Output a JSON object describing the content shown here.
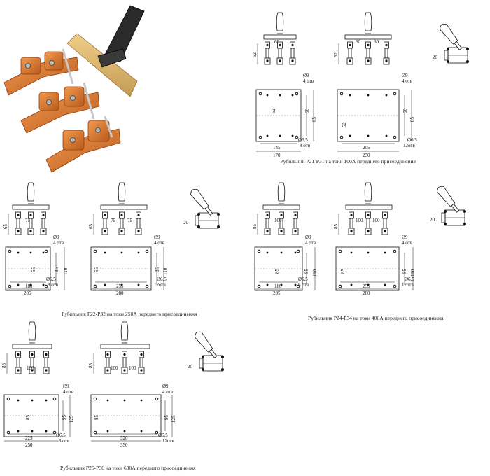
{
  "captions": {
    "c1": "-Рубильник Р21-Р31 на токи 100А переднего присоединения",
    "c2": "Рубильник Р22-Р32 на токи 250А переднего присоединения",
    "c3": "Рубильник Р24-Р34 на токи 400А переднего присоединения",
    "c4": "Рубильник Р26-Р36 на токи 630А переднего присоединения"
  },
  "dims": {
    "s1a": {
      "h": "52",
      "s": "60",
      "d1": "Ø9",
      "d1n": "4 отв",
      "v1": "52",
      "v2": "60",
      "v3": "85",
      "w1": "145",
      "w2": "170",
      "d2": "Ø6,5",
      "d2n": "8 отв"
    },
    "s1b": {
      "h": "52",
      "s": "60",
      "d1": "Ø9",
      "d1n": "4 отв",
      "v1": "52",
      "v2": "60",
      "v3": "85",
      "w1": "205",
      "w2": "230",
      "d2": "Ø6,5",
      "d2n": "12отв"
    },
    "s1side": {
      "h": "20"
    },
    "s2a": {
      "h": "65",
      "s": "75",
      "d1": "Ø9",
      "d1n": "4 отв",
      "v1": "65",
      "v2": "85",
      "v3": "110",
      "w1": "180",
      "w2": "205",
      "d2": "Ø6,5",
      "d2n": "8 отв"
    },
    "s2b": {
      "h": "65",
      "s": "75",
      "d1": "Ø9",
      "d1n": "4 отв",
      "v1": "65",
      "v2": "85",
      "v3": "110",
      "w1": "255",
      "w2": "280",
      "d2": "Ø6,5",
      "d2n": "12отв"
    },
    "s2side": {
      "h": "20"
    },
    "s3a": {
      "h": "85",
      "s": "100",
      "d1": "Ø9",
      "d1n": "4 отв",
      "v1": "85",
      "v2": "85",
      "v3": "110",
      "w1": "180",
      "w2": "205",
      "d2": "Ø6,5",
      "d2n": "8 отв"
    },
    "s3b": {
      "h": "85",
      "s": "100",
      "d1": "Ø9",
      "d1n": "4 отв",
      "v1": "85",
      "v2": "85",
      "v3": "110",
      "w1": "255",
      "w2": "280",
      "d2": "Ø6,5",
      "d2n": "12отв"
    },
    "s3side": {
      "h": "20"
    },
    "s4a": {
      "h": "85",
      "s": "100",
      "d1": "Ø9",
      "d1n": "4 отв",
      "v1": "85",
      "v2": "95",
      "v3": "125",
      "w1": "225",
      "w2": "250",
      "d2": "Ø6,5",
      "d2n": "8 отв"
    },
    "s4b": {
      "h": "85",
      "s": "100",
      "d1": "Ø9",
      "d1n": "4 отв",
      "v1": "85",
      "v2": "95",
      "v3": "125",
      "w1": "320",
      "w2": "350",
      "d2": "Ø6,5",
      "d2n": "12отв"
    },
    "s4side": {
      "h": "20"
    }
  },
  "colors": {
    "copper": "#d9772f",
    "copper_dark": "#a94d17",
    "wood": "#d8b36a",
    "handle": "#2a2a2a",
    "line": "#111111"
  }
}
